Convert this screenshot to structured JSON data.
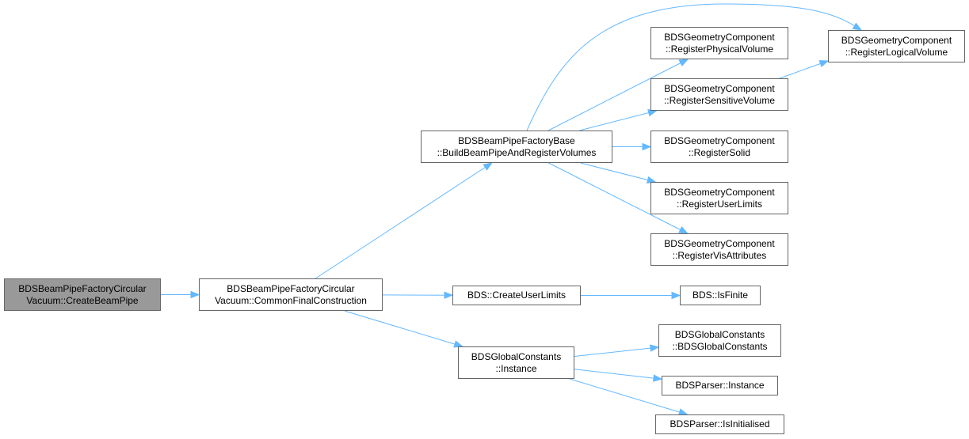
{
  "colors": {
    "edge": "#63b8ff",
    "node_border": "#666666",
    "root_fill": "#999999",
    "node_fill": "#ffffff"
  },
  "nodes": {
    "create_beam_pipe": {
      "line1": "BDSBeamPipeFactoryCircular",
      "line2": "Vacuum::CreateBeamPipe"
    },
    "common_final_construction": {
      "line1": "BDSBeamPipeFactoryCircular",
      "line2": "Vacuum::CommonFinalConstruction"
    },
    "build_beam_pipe": {
      "line1": "BDSBeamPipeFactoryBase",
      "line2": "::BuildBeamPipeAndRegisterVolumes"
    },
    "create_user_limits": {
      "line1": "BDS::CreateUserLimits"
    },
    "global_constants_instance": {
      "line1": "BDSGlobalConstants",
      "line2": "::Instance"
    },
    "register_physical_volume": {
      "line1": "BDSGeometryComponent",
      "line2": "::RegisterPhysicalVolume"
    },
    "register_sensitive_volume": {
      "line1": "BDSGeometryComponent",
      "line2": "::RegisterSensitiveVolume"
    },
    "register_solid": {
      "line1": "BDSGeometryComponent",
      "line2": "::RegisterSolid"
    },
    "register_user_limits": {
      "line1": "BDSGeometryComponent",
      "line2": "::RegisterUserLimits"
    },
    "register_vis_attributes": {
      "line1": "BDSGeometryComponent",
      "line2": "::RegisterVisAttributes"
    },
    "is_finite": {
      "line1": "BDS::IsFinite"
    },
    "global_constants_ctor": {
      "line1": "BDSGlobalConstants",
      "line2": "::BDSGlobalConstants"
    },
    "parser_instance": {
      "line1": "BDSParser::Instance"
    },
    "parser_is_initialised": {
      "line1": "BDSParser::IsInitialised"
    },
    "register_logical_volume": {
      "line1": "BDSGeometryComponent",
      "line2": "::RegisterLogicalVolume"
    }
  },
  "edges": [
    [
      "create_beam_pipe",
      "common_final_construction"
    ],
    [
      "common_final_construction",
      "build_beam_pipe"
    ],
    [
      "common_final_construction",
      "create_user_limits"
    ],
    [
      "common_final_construction",
      "global_constants_instance"
    ],
    [
      "build_beam_pipe",
      "register_logical_volume"
    ],
    [
      "build_beam_pipe",
      "register_physical_volume"
    ],
    [
      "build_beam_pipe",
      "register_sensitive_volume"
    ],
    [
      "build_beam_pipe",
      "register_solid"
    ],
    [
      "build_beam_pipe",
      "register_user_limits"
    ],
    [
      "build_beam_pipe",
      "register_vis_attributes"
    ],
    [
      "register_sensitive_volume",
      "register_logical_volume"
    ],
    [
      "create_user_limits",
      "is_finite"
    ],
    [
      "global_constants_instance",
      "global_constants_ctor"
    ],
    [
      "global_constants_instance",
      "parser_instance"
    ],
    [
      "global_constants_instance",
      "parser_is_initialised"
    ]
  ]
}
